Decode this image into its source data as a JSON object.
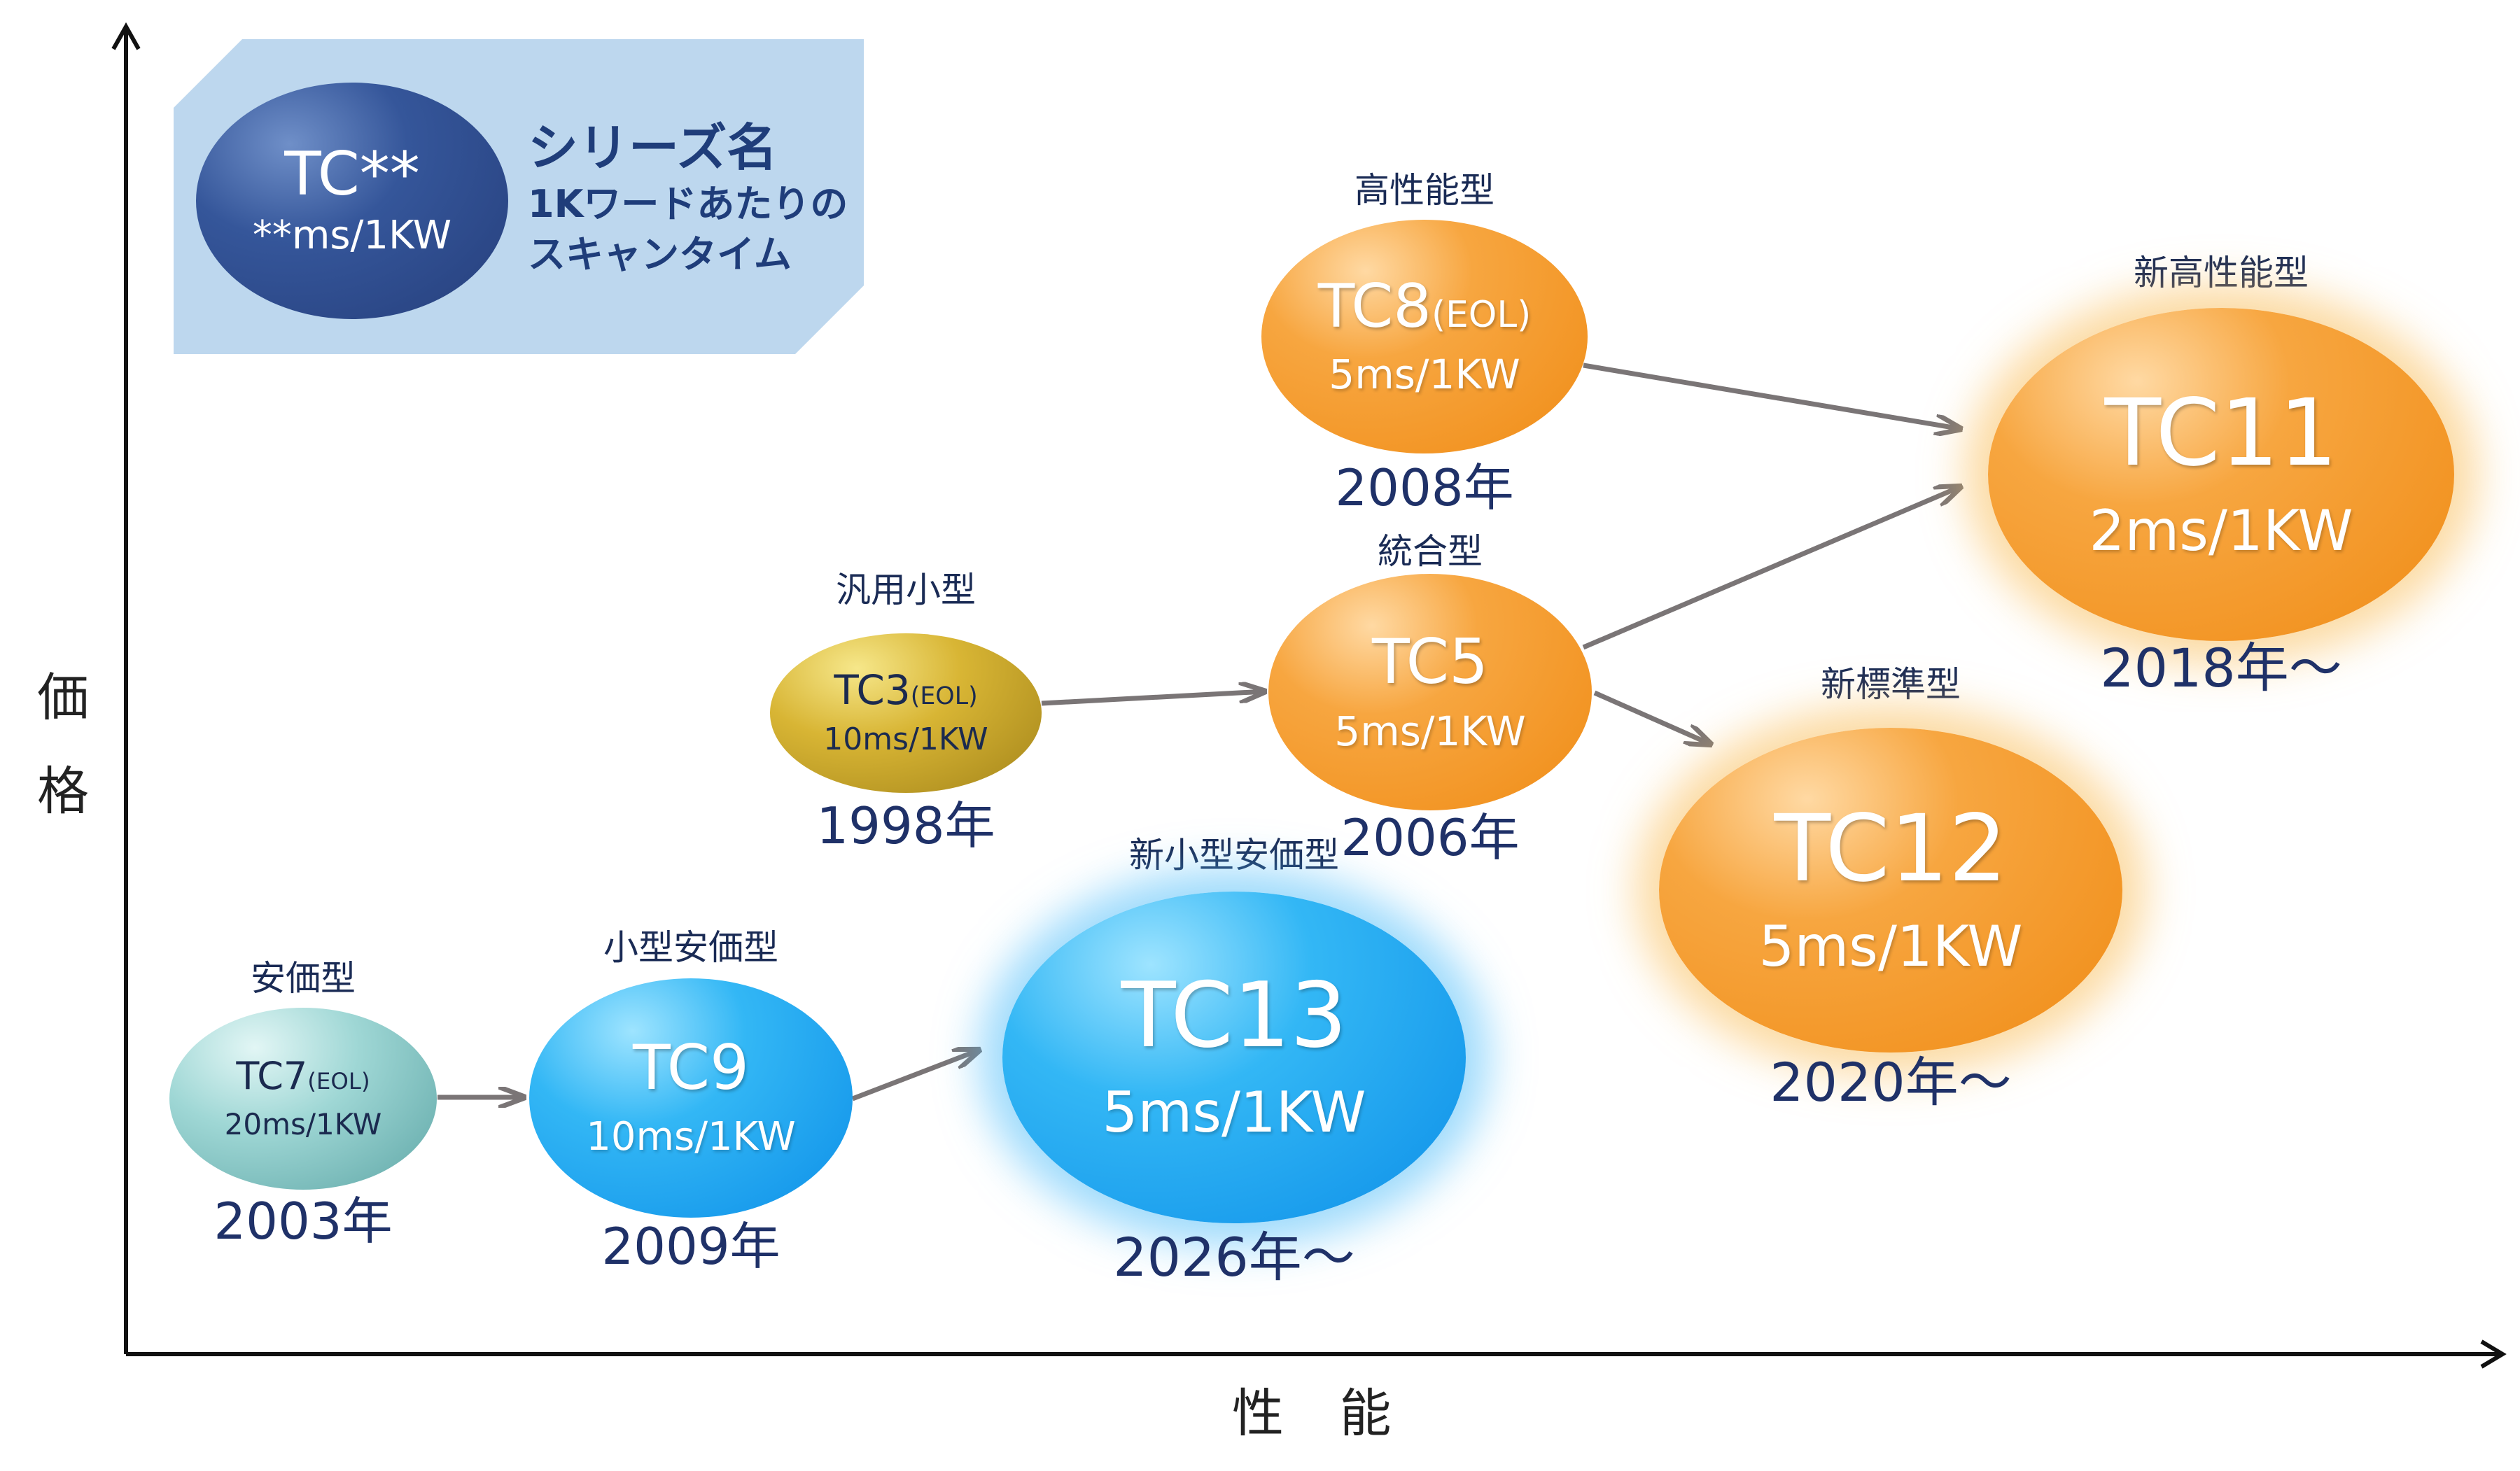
{
  "axes": {
    "y_label": "価 格",
    "x_label": "性 能"
  },
  "legend": {
    "series_label": "TC**",
    "scan_label": "**ms/1KW",
    "title": "シリーズ名",
    "desc_line1": "1Kワードあたりの",
    "desc_line2": "スキャンタイム"
  },
  "nodes": {
    "tc7": {
      "category": "安価型",
      "name": "TC7",
      "suffix": "(EOL)",
      "scan": "20ms/1KW",
      "year": "2003年",
      "color": "#9fd7d5"
    },
    "tc9": {
      "category": "小型安価型",
      "name": "TC9",
      "suffix": "",
      "scan": "10ms/1KW",
      "year": "2009年",
      "color": "#33b7f5"
    },
    "tc13": {
      "category": "新小型安価型",
      "name": "TC13",
      "suffix": "",
      "scan": "5ms/1KW",
      "year": "2026年～",
      "color": "#33b7f5"
    },
    "tc3": {
      "category": "汎用小型",
      "name": "TC3",
      "suffix": "(EOL)",
      "scan": "10ms/1KW",
      "year": "1998年",
      "color": "#d8b534"
    },
    "tc5": {
      "category": "統合型",
      "name": "TC5",
      "suffix": "",
      "scan": "5ms/1KW",
      "year": "2006年",
      "color": "#f7a640"
    },
    "tc8": {
      "category": "高性能型",
      "name": "TC8",
      "suffix": "(EOL)",
      "scan": "5ms/1KW",
      "year": "2008年",
      "color": "#f7a640"
    },
    "tc11": {
      "category": "新高性能型",
      "name": "TC11",
      "suffix": "",
      "scan": "2ms/1KW",
      "year": "2018年～",
      "color": "#f7a640"
    },
    "tc12": {
      "category": "新標準型",
      "name": "TC12",
      "suffix": "",
      "scan": "5ms/1KW",
      "year": "2020年～",
      "color": "#f7a640"
    }
  },
  "arrows": [
    {
      "from": "TC7",
      "to": "TC9"
    },
    {
      "from": "TC9",
      "to": "TC13"
    },
    {
      "from": "TC3",
      "to": "TC5"
    },
    {
      "from": "TC5",
      "to": "TC11"
    },
    {
      "from": "TC5",
      "to": "TC12"
    },
    {
      "from": "TC8",
      "to": "TC11"
    }
  ],
  "colors": {
    "axis": "#111111",
    "arrow": "#7a7576",
    "text_dark": "#1f3168"
  }
}
